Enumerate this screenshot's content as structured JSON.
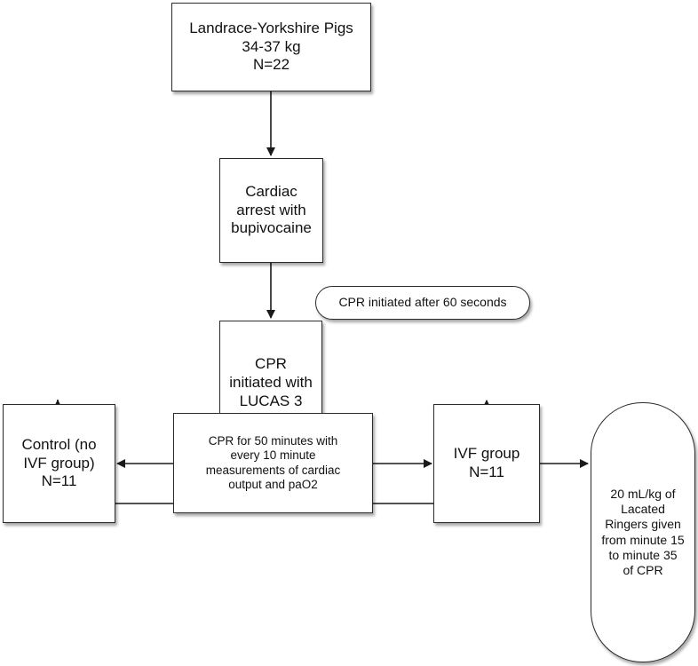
{
  "nodes": {
    "pigs": "Landrace-Yorkshire Pigs\n34-37 kg\nN=22",
    "arrest": "Cardiac\narrest with\nbupivocaine",
    "cpr_note": "CPR initiated after 60 seconds",
    "cpr_lucas": "CPR\ninitiated with\nLUCAS 3",
    "control": "Control (no\nIVF group)\nN=11",
    "measure": "CPR for 50 minutes with\nevery 10 minute\nmeasurements of cardiac\noutput and paO2",
    "ivf": "IVF group\nN=11",
    "ringers": "20 mL/kg of\nLacated\nRingers given\nfrom minute 15\nto minute 35\nof CPR"
  },
  "edges": [
    {
      "from": "pigs",
      "to": "arrest"
    },
    {
      "from": "arrest",
      "to": "cpr_lucas"
    },
    {
      "from": "cpr_lucas",
      "to": "control"
    },
    {
      "from": "cpr_lucas",
      "to": "ivf"
    },
    {
      "from": "measure",
      "to": "control"
    },
    {
      "from": "measure",
      "to": "ivf"
    },
    {
      "from": "ivf",
      "to": "ringers"
    }
  ]
}
